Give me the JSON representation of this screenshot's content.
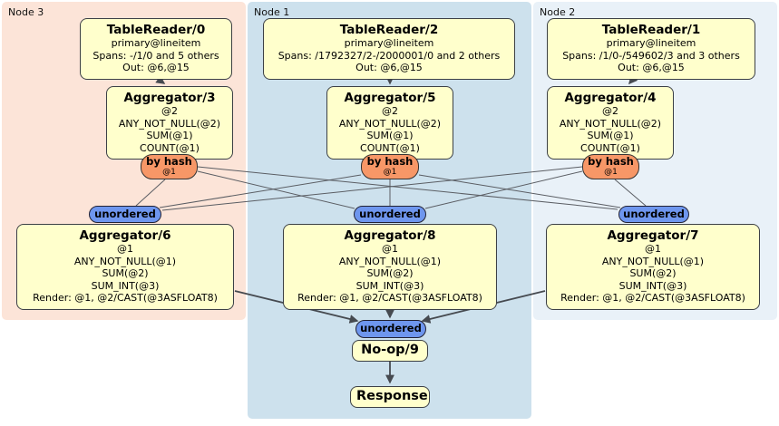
{
  "colors": {
    "region-node3": "#fce4d8",
    "region-node1": "#cde1ed",
    "region-node2": "#e9f1f8",
    "box-fill": "#ffffcc",
    "box-border": "#3c4046",
    "router-fill": "#f79767",
    "sync-fill": "#6e96ee",
    "edge": "#5a5d63",
    "edge-thick": "#464a50"
  },
  "regions": [
    {
      "label": "Node 3"
    },
    {
      "label": "Node 1"
    },
    {
      "label": "Node 2"
    }
  ],
  "processors": {
    "tr0": {
      "title": "TableReader/0",
      "lines": [
        "primary@lineitem",
        "Spans: -/1/0 and 5 others",
        "Out: @6,@15"
      ]
    },
    "tr2": {
      "title": "TableReader/2",
      "lines": [
        "primary@lineitem",
        "Spans: /1792327/2-/2000001/0 and 2 others",
        "Out: @6,@15"
      ]
    },
    "tr1": {
      "title": "TableReader/1",
      "lines": [
        "primary@lineitem",
        "Spans: /1/0-/549602/3 and 3 others",
        "Out: @6,@15"
      ]
    },
    "agg3": {
      "title": "Aggregator/3",
      "lines": [
        "@2",
        "ANY_NOT_NULL(@2)",
        "SUM(@1)",
        "COUNT(@1)"
      ]
    },
    "agg5": {
      "title": "Aggregator/5",
      "lines": [
        "@2",
        "ANY_NOT_NULL(@2)",
        "SUM(@1)",
        "COUNT(@1)"
      ]
    },
    "agg4": {
      "title": "Aggregator/4",
      "lines": [
        "@2",
        "ANY_NOT_NULL(@2)",
        "SUM(@1)",
        "COUNT(@1)"
      ]
    },
    "agg6": {
      "title": "Aggregator/6",
      "lines": [
        "@1",
        "ANY_NOT_NULL(@1)",
        "SUM(@2)",
        "SUM_INT(@3)",
        "Render: @1, @2/CAST(@3ASFLOAT8)"
      ]
    },
    "agg8": {
      "title": "Aggregator/8",
      "lines": [
        "@1",
        "ANY_NOT_NULL(@1)",
        "SUM(@2)",
        "SUM_INT(@3)",
        "Render: @1, @2/CAST(@3ASFLOAT8)"
      ]
    },
    "agg7": {
      "title": "Aggregator/7",
      "lines": [
        "@1",
        "ANY_NOT_NULL(@1)",
        "SUM(@2)",
        "SUM_INT(@3)",
        "Render: @1, @2/CAST(@3ASFLOAT8)"
      ]
    },
    "noop": {
      "title": "No-op/9"
    },
    "response": {
      "title": "Response"
    }
  },
  "router": {
    "label": "by hash",
    "detail": "@1"
  },
  "sync": {
    "label": "unordered"
  }
}
